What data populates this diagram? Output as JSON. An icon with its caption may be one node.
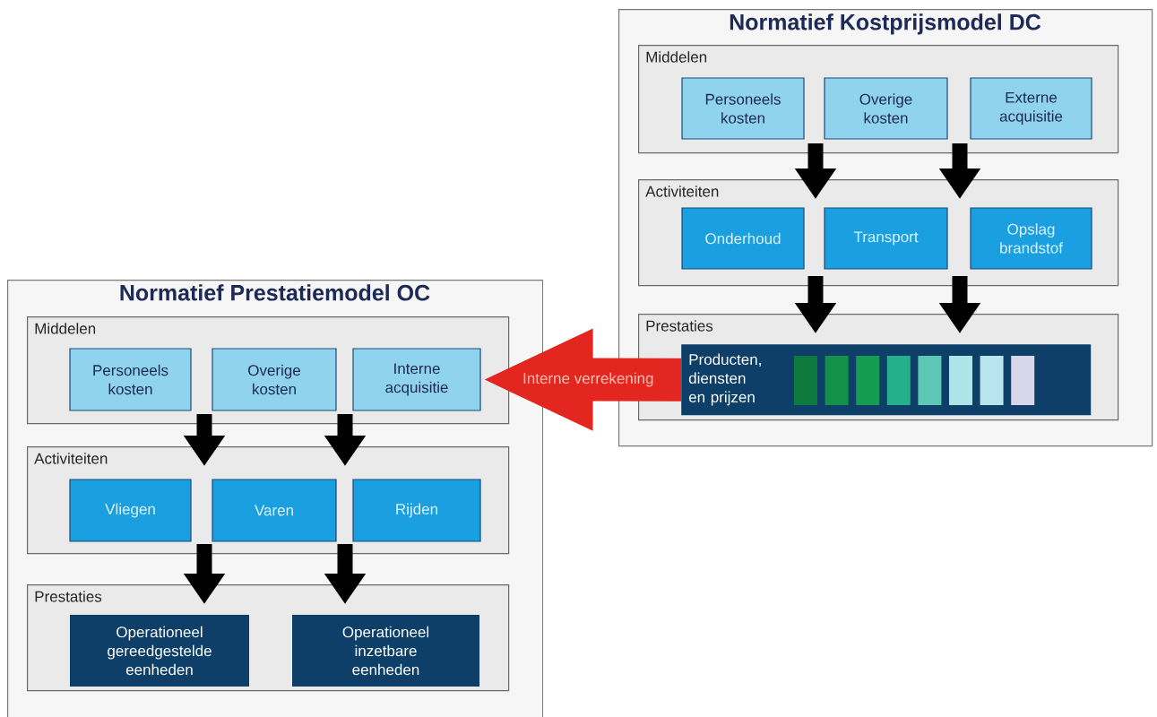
{
  "diagram": {
    "nodes": [
      {
        "text": [
          "Normatief Kostprijsmodel DC"
        ]
      },
      {
        "text": [
          "Middelen"
        ],
        "in": 0
      },
      {
        "text": [
          "Personeels kosten"
        ],
        "in": 1
      },
      {
        "text": [
          "Overige kosten"
        ],
        "in": 1
      },
      {
        "text": [
          "Externe acquisitie"
        ],
        "in": 1
      },
      {
        "text": [
          "Activiteiten"
        ],
        "in": 0
      },
      {
        "text": [
          "Onderhoud"
        ],
        "in": 5
      },
      {
        "text": [
          "Transport"
        ],
        "in": 5
      },
      {
        "text": [
          "Opslag brandstof"
        ],
        "in": 5
      },
      {
        "text": [
          "Prestaties"
        ],
        "in": 0
      },
      {
        "text": [
          "Producten, diensten en prijzen"
        ],
        "in": 9
      },
      {
        "text": [
          "Normatief Prestatiemodel OC"
        ]
      },
      {
        "text": [
          "Middelen"
        ],
        "in": 11
      },
      {
        "text": [
          "Personeels kosten"
        ],
        "in": 12
      },
      {
        "text": [
          "Overige kosten"
        ],
        "in": 12
      },
      {
        "text": [
          "Interne acquisitie"
        ],
        "in": 12
      },
      {
        "text": [
          "Activiteiten"
        ],
        "in": 11
      },
      {
        "text": [
          "Vliegen"
        ],
        "in": 16
      },
      {
        "text": [
          "Varen"
        ],
        "in": 16
      },
      {
        "text": [
          "Rijden"
        ],
        "in": 16
      },
      {
        "text": [
          "Prestaties"
        ],
        "in": 11
      },
      {
        "text": [
          "Operationeel gereedgestelde eenheden"
        ],
        "in": 20
      },
      {
        "text": [
          "Operationeel inzetbare eenheden"
        ],
        "in": 20
      }
    ],
    "edges": [
      {
        "from": 1,
        "to": 5,
        "arrow": "to"
      },
      {
        "from": 1,
        "to": 5,
        "arrow": "to"
      },
      {
        "from": 5,
        "to": 9,
        "arrow": "to"
      },
      {
        "from": 5,
        "to": 9,
        "arrow": "to"
      },
      {
        "from": 10,
        "to": 15,
        "arrow": "to",
        "label": "Interne verrekening",
        "style": "thick",
        "color": "#e3261f"
      },
      {
        "from": 12,
        "to": 16,
        "arrow": "to"
      },
      {
        "from": 12,
        "to": 16,
        "arrow": "to"
      },
      {
        "from": 16,
        "to": 20,
        "arrow": "to"
      },
      {
        "from": 16,
        "to": 20,
        "arrow": "to"
      }
    ]
  }
}
